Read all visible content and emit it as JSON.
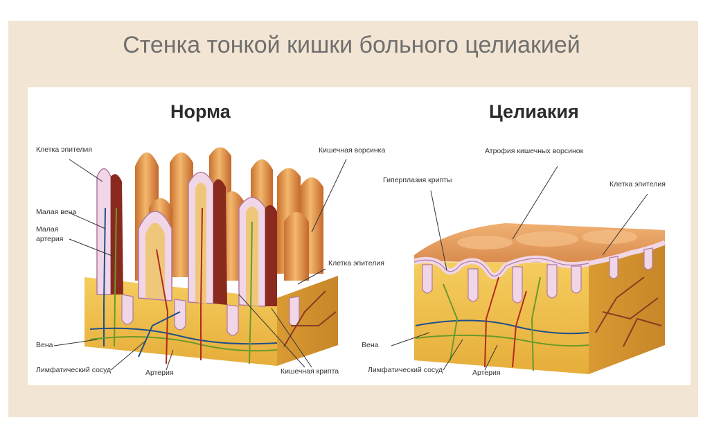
{
  "title": "Стенка тонкой кишки больного целиакией",
  "panels": {
    "left": {
      "heading": "Норма",
      "labels": {
        "epithelial_cell_top": "Клетка эпителия",
        "small_vein": "Малая вена",
        "small_artery_1": "Малая",
        "small_artery_2": "артерия",
        "villus": "Кишечная ворсинка",
        "epithelial_cell_right": "Клетка эпителия",
        "vein": "Вена",
        "lymph_vessel": "Лимфатический сосуд",
        "artery": "Артерия",
        "crypt": "Кишечная крипта"
      }
    },
    "right": {
      "heading": "Целиакия",
      "labels": {
        "villus_atrophy": "Атрофия кишечных ворсинок",
        "crypt_hyperplasia": "Гиперплазия крипты",
        "epithelial_cell": "Клетка эпителия",
        "vein": "Вена",
        "lymph_vessel": "Лимфатический сосуд",
        "artery": "Артерия"
      }
    }
  },
  "colors": {
    "slide_bg": "#f3e5d3",
    "villus": "#e8a35a",
    "villus_dark": "#8a2a1e",
    "epithelium": "#f0d6e6",
    "tissue": "#f0c04a",
    "artery": "#b02a1c",
    "vein": "#1f4f8a",
    "lymph": "#6a9a2a"
  }
}
